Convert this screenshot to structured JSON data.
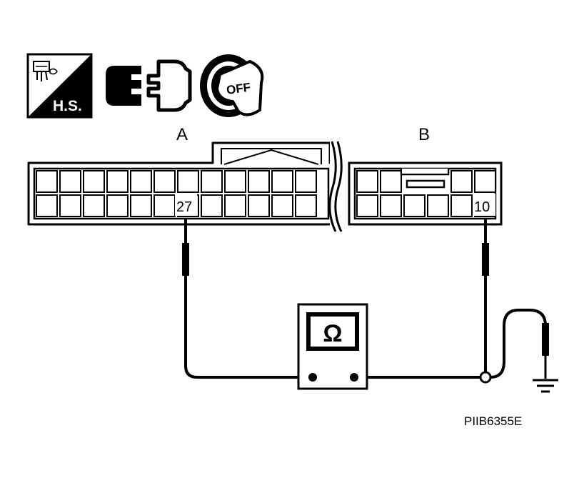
{
  "icons": {
    "harness_connector_icon": "harness-connector-icon",
    "hs_label": "H.S.",
    "disconnect_icon": "disconnect-connector-icon",
    "ignition_icon": "ignition-key-icon",
    "ignition_label": "OFF"
  },
  "connectors": {
    "a": {
      "label": "A",
      "pin": "27"
    },
    "b": {
      "label": "B",
      "pin": "10"
    }
  },
  "meter": {
    "symbol": "Ω",
    "icon": "ohmmeter-icon"
  },
  "ground": {
    "icon": "ground-icon"
  },
  "figure_code": "PIIB6355E"
}
